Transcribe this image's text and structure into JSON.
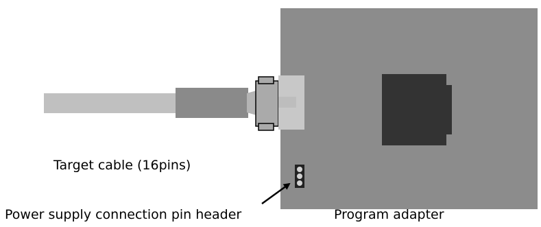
{
  "labels": {
    "target_cable": "Target cable (16pins)",
    "power_header": "Power supply connection pin header",
    "program_adapter": "Program adapter"
  },
  "colors": {
    "adapter_board": "#8c8c8c",
    "adapter_chip": "#333333",
    "cable": "#c0c0c0",
    "cable_boot": "#8a8a8a",
    "connector_metal": "#aaaaaa",
    "connector_body": "#c8c8c8",
    "pin_header": "#222222",
    "pin": "#d0d0d0",
    "arrow": "#000000"
  }
}
